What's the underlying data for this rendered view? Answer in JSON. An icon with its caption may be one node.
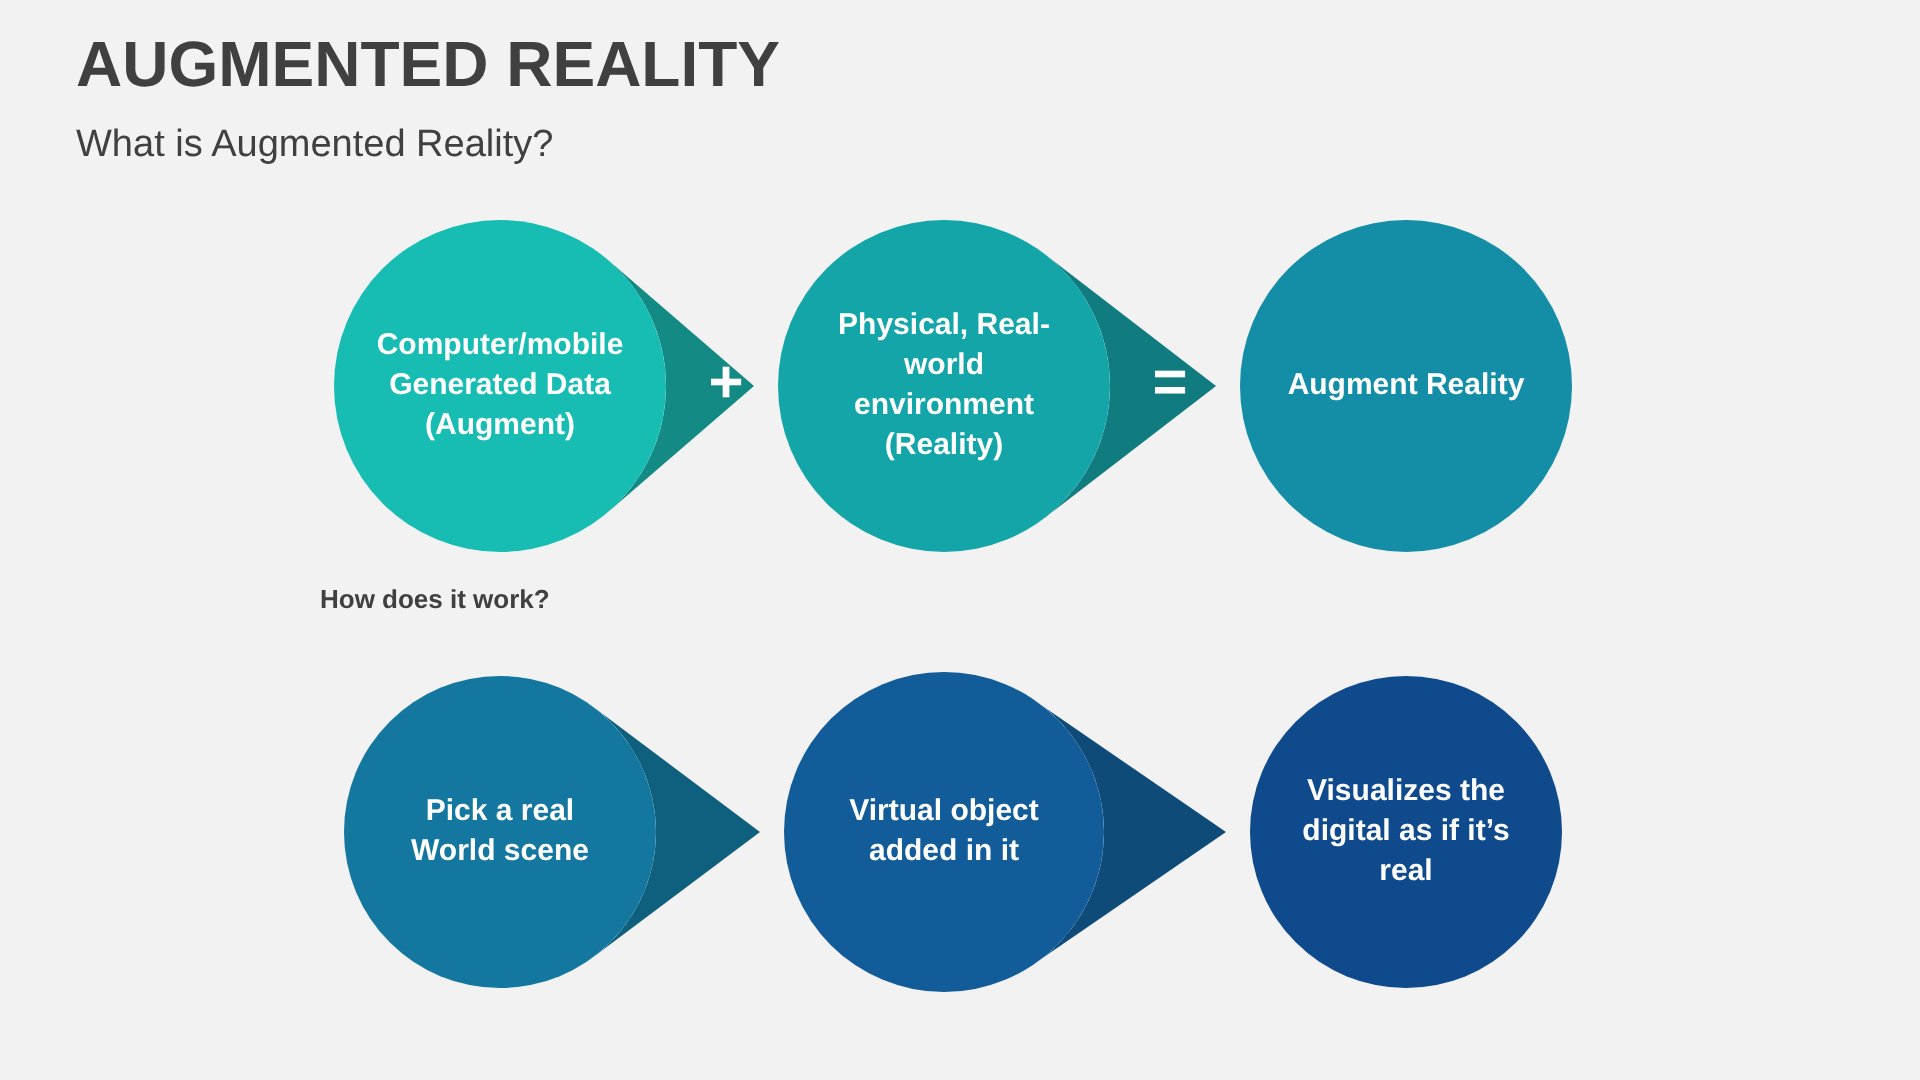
{
  "diagram": {
    "title": "AUGMENTED REALITY",
    "nodes": [
      {
        "text": [
          "Computer/mobile Generated Data (Augment)"
        ]
      },
      {
        "text": [
          "Physical, Real-world environment (Reality)"
        ]
      },
      {
        "text": [
          "Augment Reality"
        ]
      },
      {
        "text": [
          "Pick a real World scene"
        ]
      },
      {
        "text": [
          "Virtual object added in it"
        ]
      },
      {
        "text": [
          "Visualizes the digital as if it’s real"
        ]
      }
    ],
    "edges": [
      {
        "from": 0,
        "to": 1,
        "arrow": "to",
        "label": "+"
      },
      {
        "from": 1,
        "to": 2,
        "arrow": "to",
        "label": "="
      },
      {
        "from": 3,
        "to": 4,
        "arrow": "to"
      },
      {
        "from": 4,
        "to": 5,
        "arrow": "to"
      }
    ],
    "labels": [
      "What is Augmented Reality?",
      "How does it work?"
    ]
  }
}
